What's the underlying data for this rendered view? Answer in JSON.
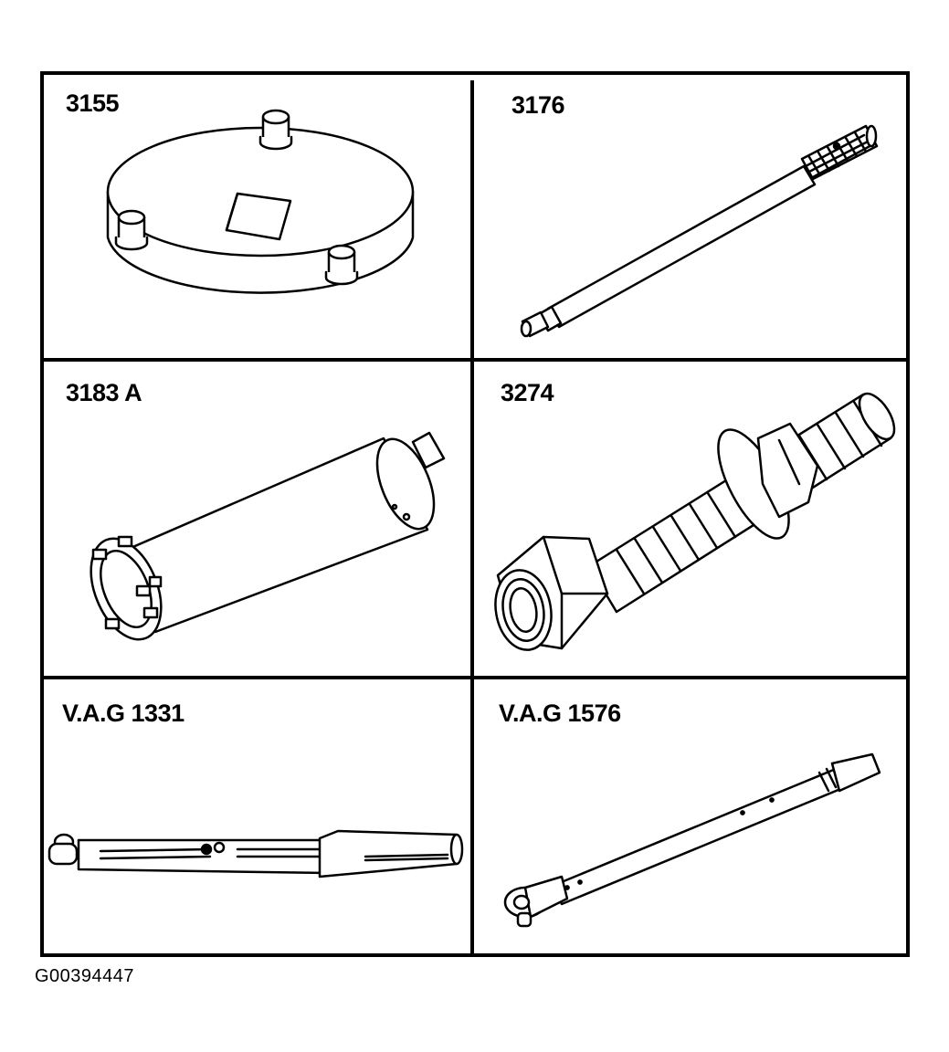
{
  "tools": [
    {
      "id": "3155"
    },
    {
      "id": "3176"
    },
    {
      "id": "3183 A"
    },
    {
      "id": "3274"
    },
    {
      "id": "V.A.G 1331"
    },
    {
      "id": "V.A.G 1576"
    }
  ],
  "figure_id": "G00394447"
}
